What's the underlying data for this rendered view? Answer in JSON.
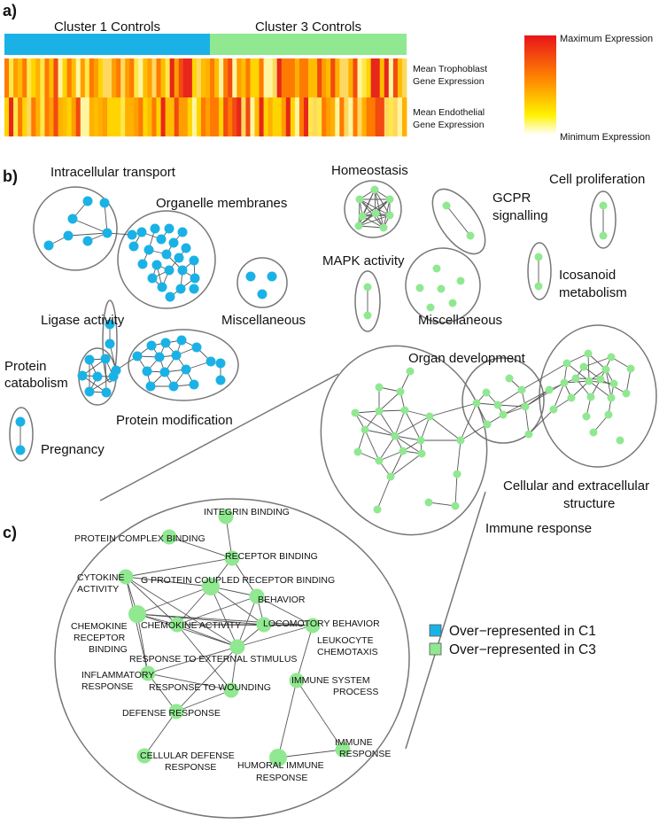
{
  "panel_a": {
    "label": "a)",
    "cluster1_label": "Cluster 1 Controls",
    "cluster3_label": "Cluster 3 Controls",
    "row1_label_line1": "Mean Trophoblast",
    "row1_label_line2": "Gene Expression",
    "row2_label_line1": "Mean Endothelial",
    "row2_label_line2": "Gene Expression",
    "scale_max_label": "Maximum Expression",
    "scale_min_label": "Minimum Expression",
    "cluster1_color": "#1ab2e6",
    "cluster3_color": "#90e890"
  },
  "panel_b": {
    "label": "b)",
    "groups": {
      "intracellular_transport": "Intracellular transport",
      "organelle_membranes": "Organelle membranes",
      "miscellaneous_c1": "Miscellaneous",
      "ligase_activity": "Ligase activity",
      "protein_catabolism_line1": "Protein",
      "protein_catabolism_line2": "catabolism",
      "protein_modification": "Protein modification",
      "pregnancy": "Pregnancy",
      "homeostasis": "Homeostasis",
      "gcpr_line1": "GCPR",
      "gcpr_line2": "signalling",
      "cell_proliferation": "Cell proliferation",
      "mapk_activity": "MAPK activity",
      "icosanoid_line1": "Icosanoid",
      "icosanoid_line2": "metabolism",
      "miscellaneous_c3": "Miscellaneous",
      "organ_development": "Organ development",
      "cellular_line1": "Cellular and extracellular",
      "cellular_line2": "structure",
      "immune_response": "Immune response"
    }
  },
  "panel_c": {
    "label": "c)",
    "nodes": {
      "integrin_binding": "INTEGRIN BINDING",
      "protein_complex_binding": "PROTEIN COMPLEX BINDING",
      "receptor_binding": "RECEPTOR BINDING",
      "cytokine_line1": "CYTOKINE",
      "cytokine_line2": "ACTIVITY",
      "gpcr_binding": "G PROTEIN COUPLED RECEPTOR BINDING",
      "behavior": "BEHAVIOR",
      "chemokine_receptor_line1": "CHEMOKINE",
      "chemokine_receptor_line2": "RECEPTOR",
      "chemokine_receptor_line3": "BINDING",
      "chemokine_activity": "CHEMOKINE ACTIVITY",
      "locomotory_behavior": "LOCOMOTORY BEHAVIOR",
      "leukocyte_line1": "LEUKOCYTE",
      "leukocyte_line2": "CHEMOTAXIS",
      "response_external": "RESPONSE TO EXTERNAL STIMULUS",
      "inflammatory_line1": "INFLAMMATORY",
      "inflammatory_line2": "RESPONSE",
      "response_wounding": "RESPONSE TO WOUNDING",
      "defense_response": "DEFENSE RESPONSE",
      "immune_system_line1": "IMMUNE SYSTEM",
      "immune_system_line2": "PROCESS",
      "immune_resp_line1": "IMMUNE",
      "immune_resp_line2": "RESPONSE",
      "cellular_defense_line1": "CELLULAR DEFENSE",
      "cellular_defense_line2": "RESPONSE",
      "humoral_line1": "HUMORAL IMMUNE",
      "humoral_line2": "RESPONSE"
    }
  },
  "legend": {
    "c1_label": "Over−represented in C1",
    "c3_label": "Over−represented in C3",
    "c1_color": "#1ab2e6",
    "c3_color": "#90e890"
  }
}
